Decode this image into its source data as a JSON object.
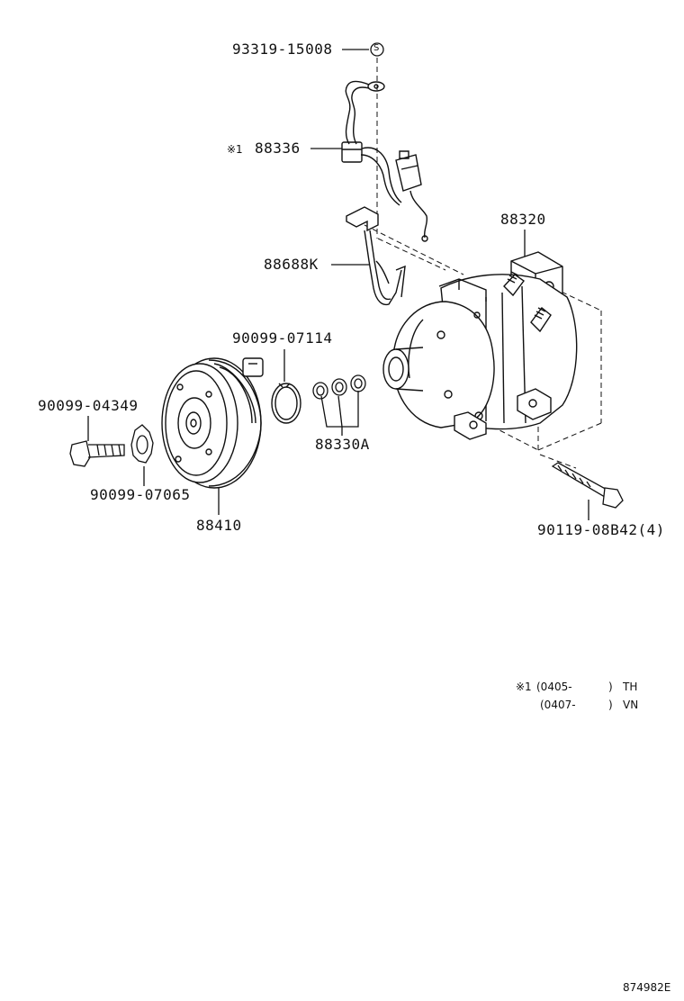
{
  "parts": {
    "p93319": "93319-15008",
    "p88336": "88336",
    "p88336_mark": "※1",
    "p88320": "88320",
    "p88688K": "88688K",
    "p90099_07114": "90099-07114",
    "p90099_04349": "90099-04349",
    "p88330A": "88330A",
    "p90099_07065": "90099-07065",
    "p88410": "88410",
    "p90119": "90119-08B42(4)"
  },
  "symbols": {
    "s_circle": "S"
  },
  "notes": {
    "line1_mark": "※1",
    "line1_range": "(0405-",
    "line1_close": ")",
    "line1_code": "TH",
    "line2_range": "(0407-",
    "line2_close": ")",
    "line2_code": "VN"
  },
  "footer": {
    "diagram_code": "874982E"
  }
}
